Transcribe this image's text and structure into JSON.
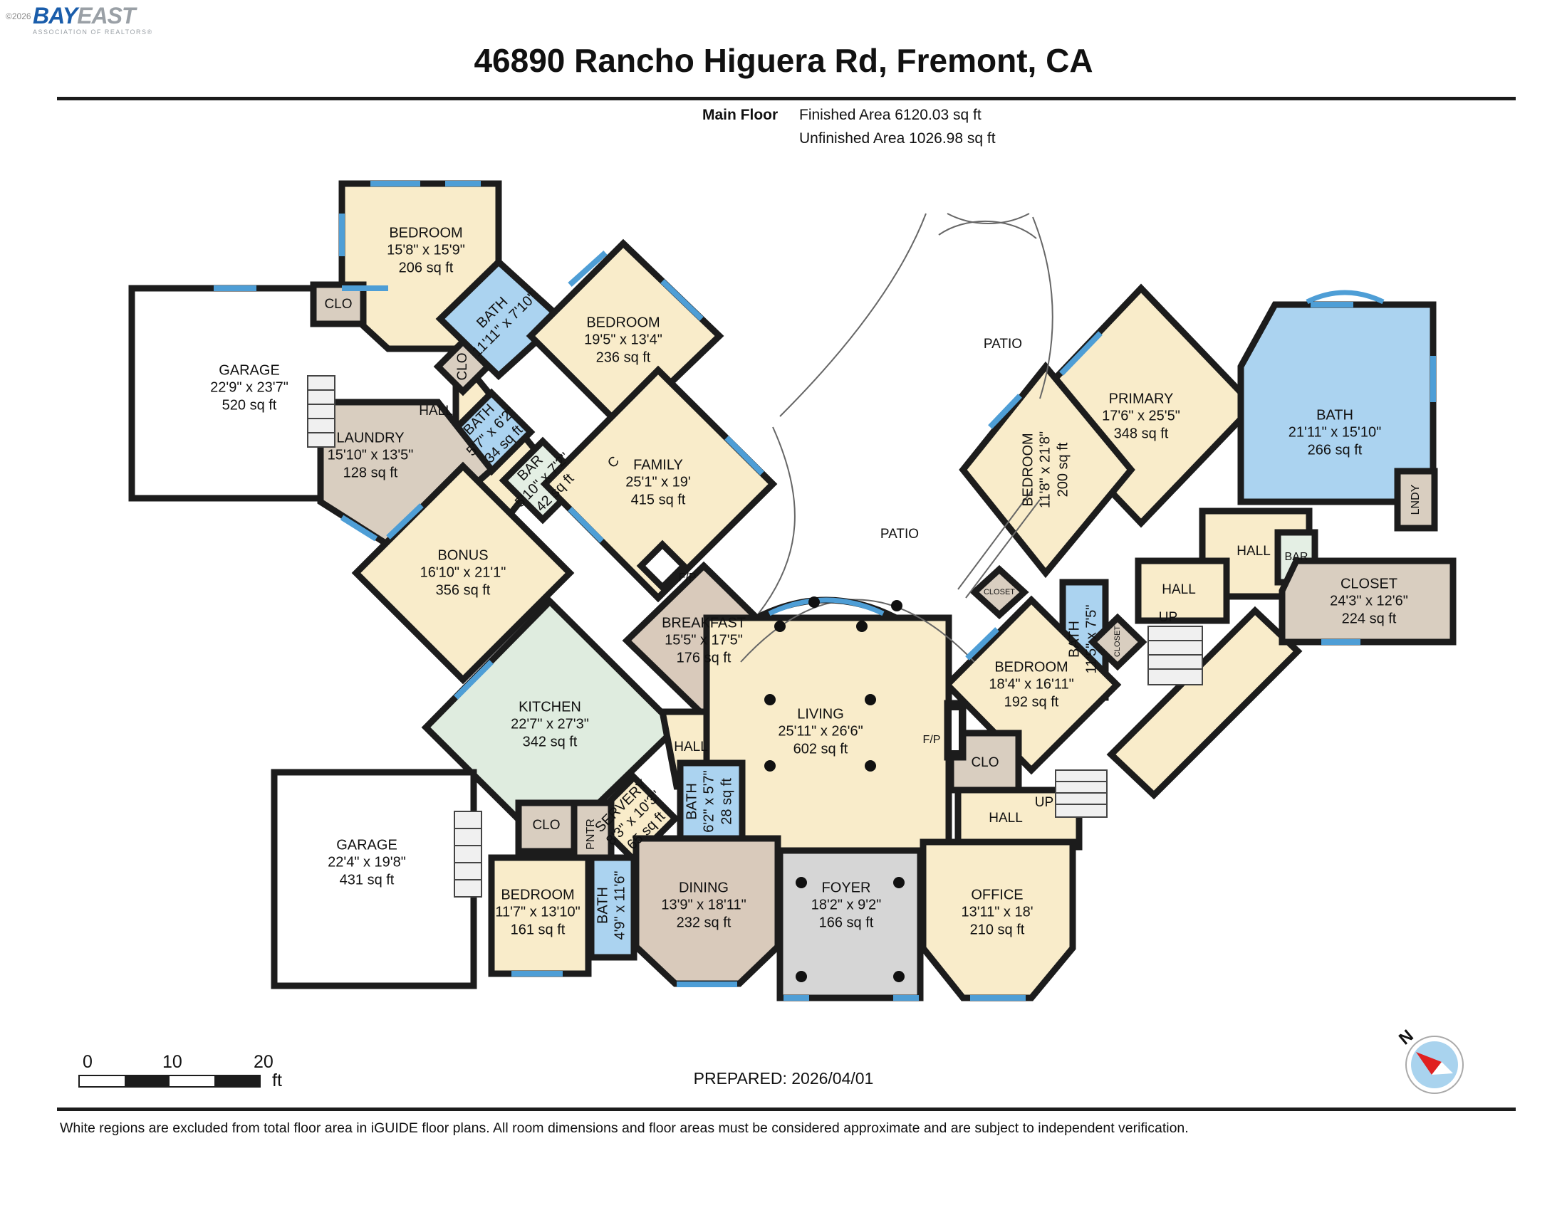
{
  "header": {
    "copyright": "©2026",
    "logo_primary": "BAY",
    "logo_secondary": "EAST",
    "logo_sub": "ASSOCIATION OF REALTORS®",
    "title": "46890 Rancho Higuera Rd, Fremont, CA",
    "floor_label": "Main Floor",
    "finished_area": "Finished Area 6120.03 sq ft",
    "unfinished_area": "Unfinished Area 1026.98 sq ft"
  },
  "rooms": {
    "bedroom206": {
      "name": "BEDROOM",
      "dims": "15'8\" x 15'9\"",
      "area": "206 sq ft"
    },
    "bath1111": {
      "name": "BATH",
      "dims": "11'11\" x 7'10\""
    },
    "bedroom236": {
      "name": "BEDROOM",
      "dims": "19'5\" x 13'4\"",
      "area": "236 sq ft"
    },
    "bath34": {
      "name": "BATH",
      "dims": "5'7\" x 6'2\"",
      "area": "34 sq ft"
    },
    "bar42": {
      "name": "BAR",
      "dims": "5'10\" x 7'2\"",
      "area": "42 sq ft"
    },
    "laundry": {
      "name": "LAUNDRY",
      "dims": "15'10\" x 13'5\"",
      "area": "128 sq ft"
    },
    "garage520": {
      "name": "GARAGE",
      "dims": "22'9\" x 23'7\"",
      "area": "520 sq ft"
    },
    "bonus": {
      "name": "BONUS",
      "dims": "16'10\" x 21'1\"",
      "area": "356 sq ft"
    },
    "family": {
      "name": "FAMILY",
      "dims": "25'1\" x 19'",
      "area": "415 sq ft"
    },
    "breakfast": {
      "name": "BREAKFAST",
      "dims": "15'5\" x 17'5\"",
      "area": "176 sq ft"
    },
    "kitchen": {
      "name": "KITCHEN",
      "dims": "22'7\" x 27'3\"",
      "area": "342 sq ft"
    },
    "primary": {
      "name": "PRIMARY",
      "dims": "17'6\" x 25'5\"",
      "area": "348 sq ft"
    },
    "bath266": {
      "name": "BATH",
      "dims": "21'11\" x 15'10\"",
      "area": "266 sq ft"
    },
    "bedroom200": {
      "name": "BEDROOM",
      "dims": "11'8\" x 21'8\"",
      "area": "200 sq ft"
    },
    "bath115": {
      "name": "BATH",
      "dims": "11'5\" x 7'5\""
    },
    "closet224": {
      "name": "CLOSET",
      "dims": "24'3\" x 12'6\"",
      "area": "224 sq ft"
    },
    "bedroom192": {
      "name": "BEDROOM",
      "dims": "18'4\" x 16'11\"",
      "area": "192 sq ft"
    },
    "living": {
      "name": "LIVING",
      "dims": "25'11\" x 26'6\"",
      "area": "602 sq ft"
    },
    "servery": {
      "name": "SERVERY",
      "dims": "8'3\" x 10'3\"",
      "area": "65 sq ft"
    },
    "bath28": {
      "name": "BATH",
      "dims": "6'2\" x 5'7\"",
      "area": "28 sq ft"
    },
    "garage431": {
      "name": "GARAGE",
      "dims": "22'4\" x 19'8\"",
      "area": "431 sq ft"
    },
    "bedroom161": {
      "name": "BEDROOM",
      "dims": "11'7\" x 13'10\"",
      "area": "161 sq ft"
    },
    "bath49": {
      "name": "BATH",
      "dims": "4'9\" x 11'6\""
    },
    "dining": {
      "name": "DINING",
      "dims": "13'9\" x 18'11\"",
      "area": "232 sq ft"
    },
    "foyer": {
      "name": "FOYER",
      "dims": "18'2\" x 9'2\"",
      "area": "166 sq ft"
    },
    "office": {
      "name": "OFFICE",
      "dims": "13'11\" x 18'",
      "area": "210 sq ft"
    }
  },
  "labels": {
    "clo1": "CLO",
    "clo2": "CLO",
    "c_closet": "C",
    "hall_west": "HALL",
    "patio_upper": "PATIO",
    "patio_center": "PATIO",
    "closet_small": "CLOSET",
    "closet_192": "CLOSET",
    "hall_ne": "HALL",
    "bar_ne": "BAR",
    "hall_e": "HALL",
    "lndy": "LNDY",
    "up1": "UP",
    "up2": "UP",
    "fp_family": "F/P",
    "fp_living": "F/P",
    "clo_living": "CLO",
    "hall_living": "HALL",
    "hall_kitchen": "HALL",
    "pntr": "PNTR",
    "clo_161": "CLO"
  },
  "footer": {
    "scale_0": "0",
    "scale_10": "10",
    "scale_20": "20",
    "scale_unit": "ft",
    "prepared": "PREPARED: 2026/04/01",
    "north": "N",
    "disclaimer": "White regions are excluded from total floor area in iGUIDE floor plans. All room dimensions and floor areas must be considered approximate and are subject to independent verification."
  },
  "colors": {
    "room_cream": "#f9ecca",
    "bath_blue": "#abd3f0",
    "closet_taupe": "#d9cec0",
    "kitchen_mint": "#dfecdf",
    "foyer_gray": "#d6d6d6",
    "wall_black": "#1c1c1c",
    "window_blue": "#4e9ed6",
    "logo_blue": "#1a5dab",
    "logo_gray": "#9aa0a6",
    "compass_red": "#e02020",
    "compass_blue": "#a9d3ee"
  }
}
